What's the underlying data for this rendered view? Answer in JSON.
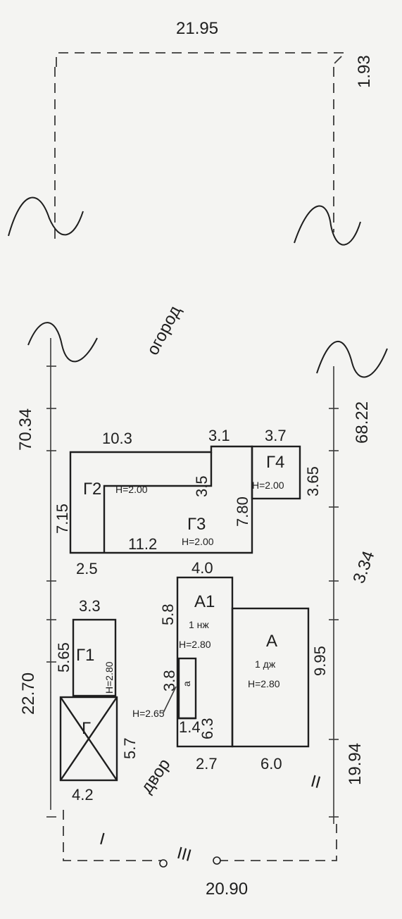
{
  "dimensions": {
    "top_width": "21.95",
    "bottom_width": "20.90",
    "right_top_segment": "1.93",
    "left_full_length": "70.34",
    "right_middle_length": "68.22",
    "left_lower_length": "22.70",
    "right_lower_length": "19.94",
    "right_plot_segment": "3.34"
  },
  "labels": {
    "garden": "огород",
    "yard": "двор",
    "gate_marks": [
      "I",
      "II",
      "III"
    ]
  },
  "buildings": {
    "g2": {
      "name": "Г2",
      "height": "H=2.00",
      "dims": [
        "10.3",
        "7.15",
        "3.5",
        "2.5"
      ]
    },
    "g3": {
      "name": "Г3",
      "height": "H=2.00",
      "dims": [
        "3.1",
        "7.80",
        "11.2",
        "4.0"
      ]
    },
    "g4": {
      "name": "Г4",
      "height": "H=2.00",
      "dims": [
        "3.7",
        "3.65"
      ]
    },
    "a1": {
      "name": "А1",
      "use": "1 нж",
      "height": "H=2.80",
      "dims": [
        "5.8",
        "2.7",
        "6.3"
      ]
    },
    "a": {
      "name": "А",
      "use": "1 дж",
      "height": "H=2.80",
      "dims": [
        "9.95",
        "6.0"
      ]
    },
    "porch": {
      "name": "а",
      "height": "H=2.65",
      "dims": [
        "3.8",
        "1.4"
      ]
    },
    "g1": {
      "name": "Г1",
      "height": "H=2.80",
      "dims": [
        "3.3",
        "5.65"
      ]
    },
    "g": {
      "name": "Г",
      "dims": [
        "4.2",
        "5.7"
      ]
    }
  }
}
